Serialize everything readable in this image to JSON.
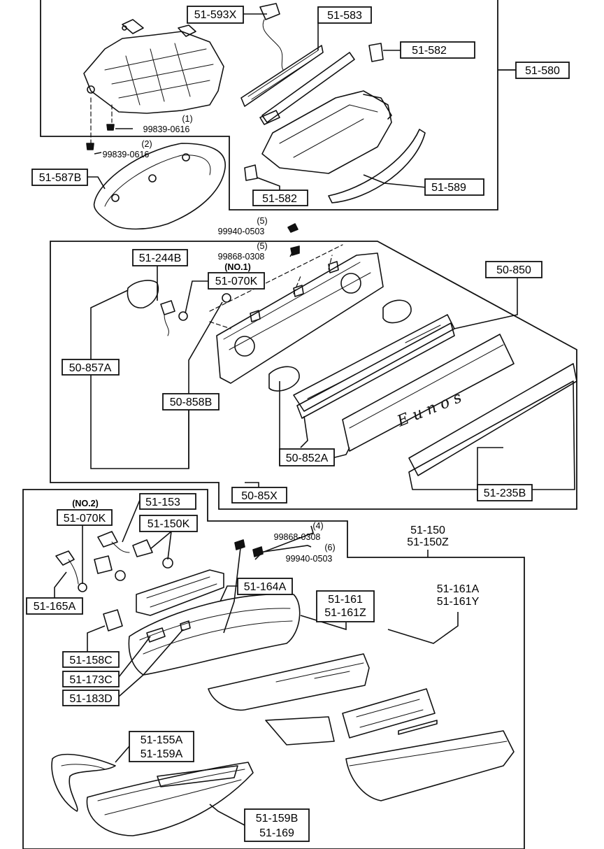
{
  "labels": {
    "l51593x": "51-593X",
    "l51583": "51-583",
    "l51582a": "51-582",
    "l51580": "51-580",
    "l51582b": "51-582",
    "l51589": "51-589",
    "l51587b": "51-587B",
    "l51244b": "51-244B",
    "l51070k1": "51-070K",
    "l50850": "50-850",
    "l50857a": "50-857A",
    "l50858b": "50-858B",
    "l50852a": "50-852A",
    "l5085x": "50-85X",
    "l51235b": "51-235B",
    "l51070k2": "51-070K",
    "l51153": "51-153",
    "l51150k": "51-150K",
    "l51165a": "51-165A",
    "l51150": "51-150",
    "l51150z": "51-150Z",
    "l51164a": "51-164A",
    "l51161a": "51-161A",
    "l51161y": "51-161Y",
    "l51161": "51-161",
    "l51161z": "51-161Z",
    "l51158c": "51-158C",
    "l51173c": "51-173C",
    "l51183d": "51-183D",
    "l51155a": "51-155A",
    "l51159a": "51-159A",
    "l51159b": "51-159B",
    "l51169": "51-169"
  },
  "notes": {
    "q1": "(1)",
    "p1": "99839-0616",
    "q2": "(2)",
    "p2": "99839-0616",
    "q5a": "(5)",
    "p5a": "99940-0503",
    "q5b": "(5)",
    "p5b": "99868-0308",
    "no1": "(NO.1)",
    "no2": "(NO.2)",
    "q4": "(4)",
    "p4": "99868-0308",
    "q6": "(6)",
    "p6": "99940-0503"
  },
  "emblem": "E u n o s"
}
